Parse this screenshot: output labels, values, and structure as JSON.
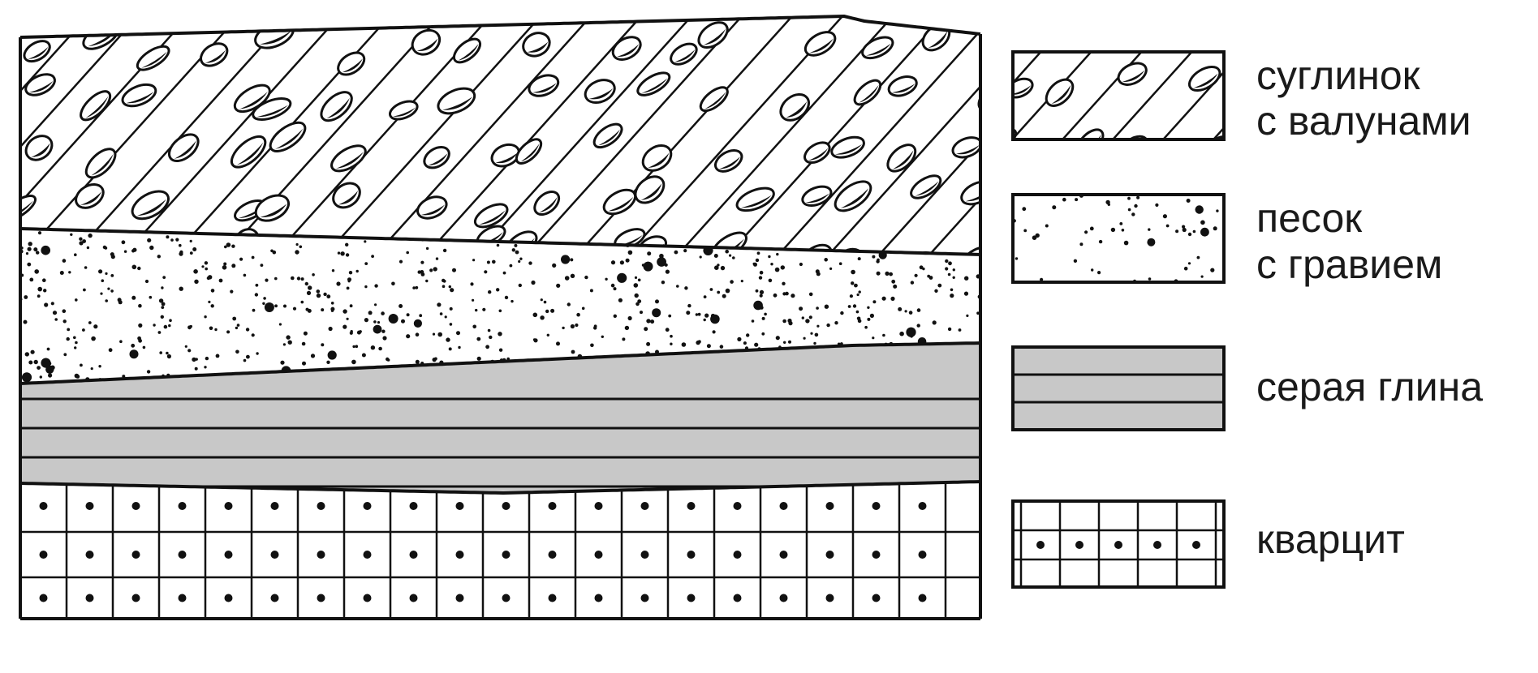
{
  "legend": [
    {
      "id": "loam-boulders",
      "lines": [
        "суглинок",
        "с валунами"
      ]
    },
    {
      "id": "sand-gravel",
      "lines": [
        "песок",
        "с гравием"
      ]
    },
    {
      "id": "gray-clay",
      "lines": [
        "серая глина"
      ]
    },
    {
      "id": "quartzite",
      "lines": [
        "кварцит"
      ]
    }
  ],
  "colors": {
    "outline": "#111111",
    "clay_fill": "#c8c8c8",
    "background": "#ffffff"
  },
  "pattern_names": [
    "hatched-pebbles",
    "dotted-sand",
    "striped-clay",
    "grid-dots"
  ]
}
